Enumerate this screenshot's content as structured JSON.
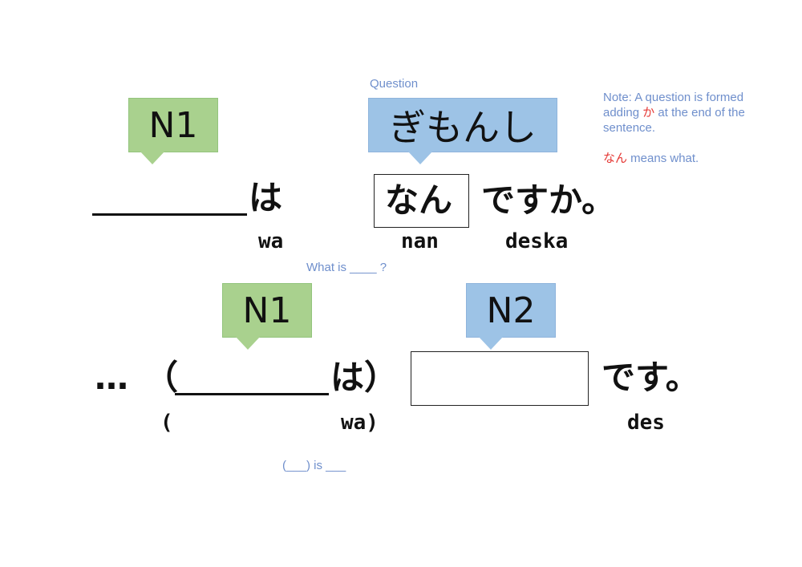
{
  "callouts": {
    "n1_top": "N1",
    "question_label": "Question",
    "gimonshi": "ぎもんし",
    "n1_bottom": "N1",
    "n2": "N2"
  },
  "question_sentence": {
    "wa": "は",
    "nan": "なん",
    "desuka": "ですか。"
  },
  "question_romaji": {
    "wa": "wa",
    "nan": "nan",
    "deska": "deska"
  },
  "question_translation": "What is ____ ?",
  "answer_sentence": {
    "ellipsis": "…",
    "open_paren": "（",
    "wa_close": "は）",
    "desu": "です。"
  },
  "answer_romaji": {
    "open_paren": "(",
    "wa_close": "wa)",
    "des": "des"
  },
  "answer_translation": "(___) is ___",
  "note": {
    "line1": "Note: A question is formed",
    "line2_a": "adding ",
    "line2_ka": "か",
    "line2_b": " at the end of the",
    "line3": "sentence.",
    "line4_nan": "なん",
    "line4_rest": " means what."
  },
  "colors": {
    "green": "#a9d18e",
    "blue": "#9dc3e6",
    "note_text": "#6f8fcc",
    "highlight": "#e53935"
  }
}
